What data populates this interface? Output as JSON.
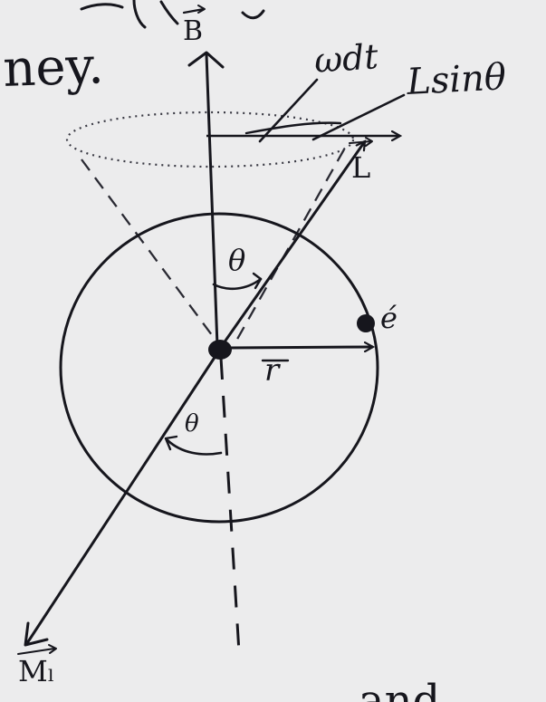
{
  "header_text": "ney.",
  "bottom_partial_text": "and",
  "labels": {
    "b_vector": "B",
    "omega_dt": "ωdt",
    "l_sin_theta": "Lsinθ",
    "l_vector": "L",
    "theta_upper": "θ",
    "electron": "é",
    "radius": "r",
    "theta_lower": "θ",
    "mu_vector": "Mₗ"
  },
  "colors": {
    "paper": "#ececed",
    "ink": "#16161d"
  }
}
